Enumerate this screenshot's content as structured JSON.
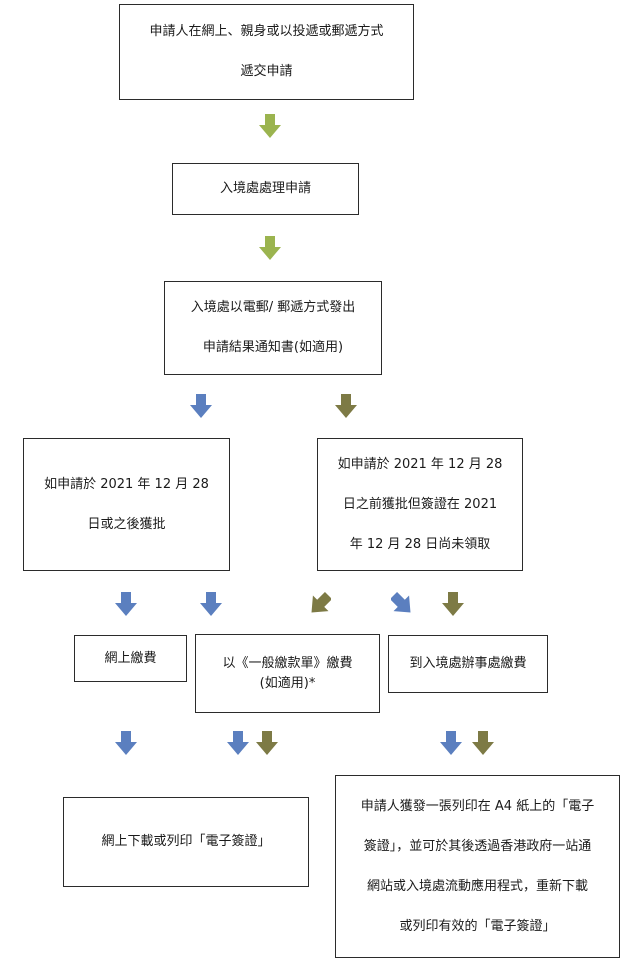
{
  "colors": {
    "arrow_green": "#9bb44f",
    "arrow_blue": "#5b7fbf",
    "arrow_olive": "#7d7a45"
  },
  "boxes": {
    "submit": {
      "line1": "申請人在網上、親身或以投遞或郵遞方式",
      "line2": "遞交申請"
    },
    "process": {
      "line1": "入境處處理申請"
    },
    "notify": {
      "line1": "入境處以電郵/  郵遞方式發出",
      "line2": "申請結果通知書(如適用)"
    },
    "approved_after": {
      "line1": "如申請於 2021 年 12 月 28",
      "line2": "日或之後獲批"
    },
    "approved_before": {
      "line1": "如申請於 2021 年 12 月 28",
      "line2": "日之前獲批但簽證在 2021",
      "line3": "年 12 月 28 日尚未領取"
    },
    "pay_online": {
      "line1": "網上繳費"
    },
    "pay_form": {
      "line1": "以《一般繳款單》繳費",
      "line2": "(如適用)*"
    },
    "pay_office": {
      "line1": "到入境處辦事處繳費"
    },
    "download_evisa": {
      "line1": "網上下載或列印「電子簽證」"
    },
    "a4_evisa": {
      "line1": "申請人獲發一張列印在 A4 紙上的「電子",
      "line2": "簽證」，並可於其後透過香港政府一站通",
      "line3": "網站或入境處流動應用程式，重新下載",
      "line4": "或列印有效的「電子簽證」"
    }
  },
  "arrows": [
    {
      "id": "a1",
      "color": "green",
      "direction": "down"
    },
    {
      "id": "a2",
      "color": "green",
      "direction": "down"
    },
    {
      "id": "a3",
      "color": "blue",
      "direction": "down"
    },
    {
      "id": "a4",
      "color": "olive",
      "direction": "down"
    },
    {
      "id": "a5",
      "color": "blue",
      "direction": "down"
    },
    {
      "id": "a6",
      "color": "blue",
      "direction": "down"
    },
    {
      "id": "a7",
      "color": "olive",
      "direction": "down-left"
    },
    {
      "id": "a8",
      "color": "blue",
      "direction": "down-right"
    },
    {
      "id": "a9",
      "color": "olive",
      "direction": "down"
    },
    {
      "id": "a10",
      "color": "blue",
      "direction": "down"
    },
    {
      "id": "a11",
      "color": "blue",
      "direction": "down"
    },
    {
      "id": "a12",
      "color": "olive",
      "direction": "down"
    },
    {
      "id": "a13",
      "color": "blue",
      "direction": "down"
    },
    {
      "id": "a14",
      "color": "olive",
      "direction": "down"
    }
  ]
}
